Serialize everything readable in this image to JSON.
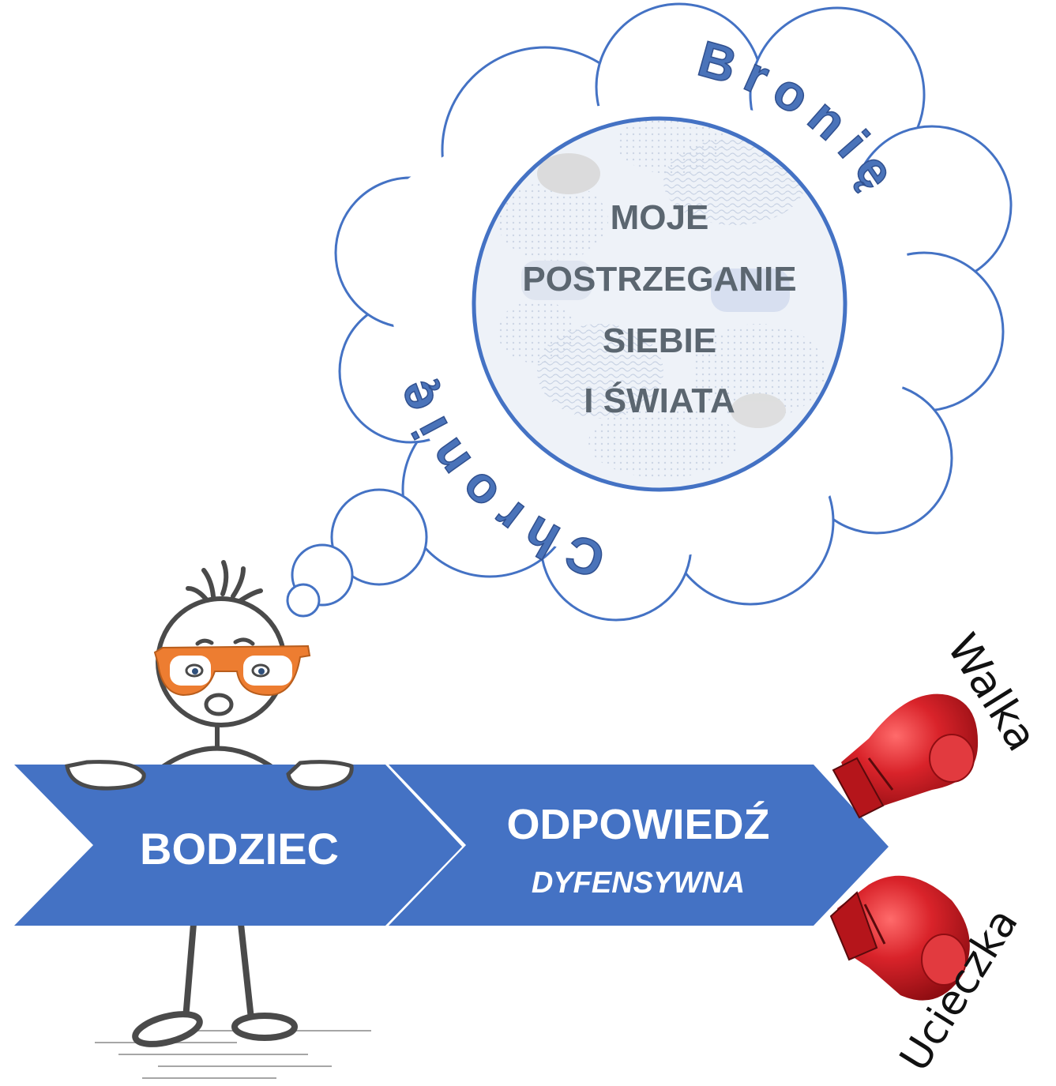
{
  "thought": {
    "center_lines": [
      "MOJE",
      "POSTRZEGANIE",
      "SIEBIE",
      "I ŚWIATA"
    ],
    "arc_left": "Chronię",
    "arc_right": "Bronię"
  },
  "flow": {
    "stimulus": "BODZIEC",
    "response_title": "ODPOWIEDŹ",
    "response_subtitle": "DYFENSYWNA"
  },
  "outcomes": {
    "fight": "Walka",
    "flight": "Ucieczka"
  },
  "colors": {
    "accent_blue": "#4472c4",
    "outline_blue": "#3d6cc2",
    "glove_red": "#d31f24",
    "glasses_orange": "#ed7d31",
    "text_gray": "#5b6670"
  }
}
